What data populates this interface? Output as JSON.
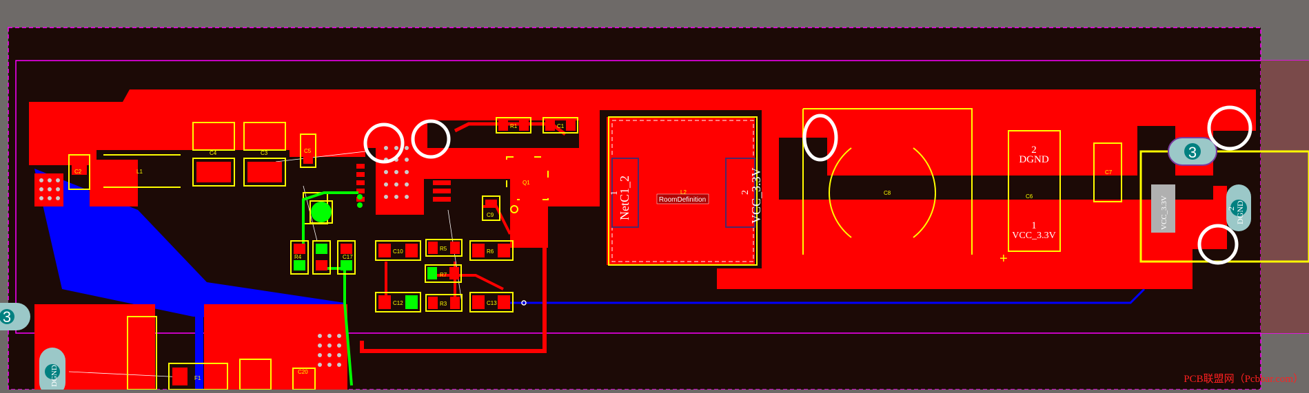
{
  "board": {
    "colors": {
      "background": "#6e6a68",
      "board_fill": "#1c0a06",
      "top_copper": "#ff0000",
      "bottom_copper": "#0000ff",
      "silkscreen": "#ffff00",
      "selection": "#00ff00",
      "keepout": "#ff00ff",
      "highlight_ring": "#ffffff"
    }
  },
  "components": {
    "C2": "C2",
    "L1": "L1",
    "C4": "C4",
    "C3": "C3",
    "C5": "C5",
    "R1": "R1",
    "C1": "C1",
    "Q1": "Q1",
    "C9": "C9",
    "C10": "C10",
    "R5": "R5",
    "R6": "R6",
    "R7": "R7",
    "C12": "C12",
    "R3": "R3",
    "C13": "C13",
    "L2": "L2",
    "C8": "C8",
    "C6": "C6",
    "C7": "C7",
    "F1": "F1",
    "C20": "C20",
    "R4": "R4",
    "C17": "C17"
  },
  "nets": {
    "netc1_2": "NetC1_2",
    "vcc_3_3v": "VCC_3.3V",
    "dgnd": "DGND",
    "pin1": "1",
    "pin2": "2",
    "pad3": "3"
  },
  "room": {
    "label": "RoomDefinition"
  },
  "watermark": "PCB联盟网（Pcbbar.com）"
}
